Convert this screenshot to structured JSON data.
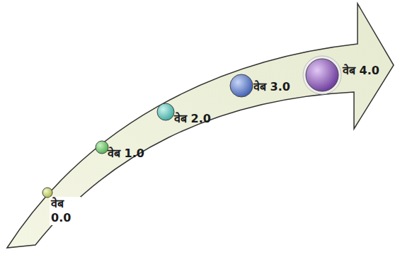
{
  "diagram": {
    "labels": [
      "वेब 0.0",
      "वेब 1.0",
      "वेब 2.0",
      "वेब 3.0",
      "वेब 4.0"
    ]
  }
}
